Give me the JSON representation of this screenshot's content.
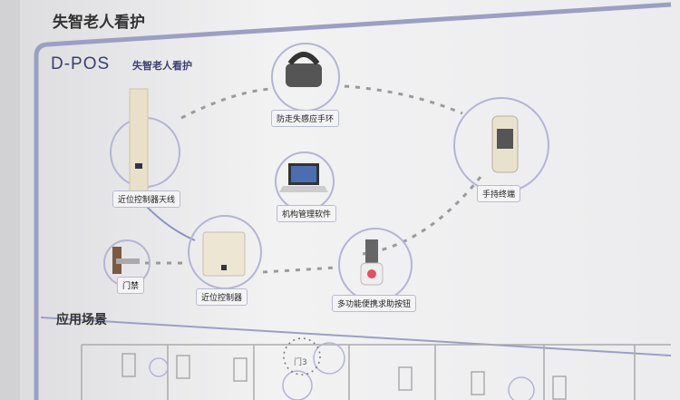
{
  "board_title": "失智老人看护",
  "brand": {
    "name": "D-POS",
    "subtitle": "失智老人看护"
  },
  "devices": [
    {
      "label": "防走失感应手环",
      "icon": "wristband-icon"
    },
    {
      "label": "近位控制器天线",
      "icon": "antenna-icon"
    },
    {
      "label": "机构管理软件",
      "icon": "laptop-icon"
    },
    {
      "label": "手持终端",
      "icon": "handheld-terminal-icon"
    },
    {
      "label": "门禁",
      "icon": "door-lock-icon"
    },
    {
      "label": "近位控制器",
      "icon": "controller-box-icon"
    },
    {
      "label": "多功能便携求助按钮",
      "icon": "help-button-icon"
    }
  ],
  "scenarios": {
    "title": "应用场景",
    "door_label": "门3"
  },
  "colors": {
    "frame": "#9c9fc4",
    "brand": "#3a3f70",
    "dash": "#9a9a9a"
  }
}
